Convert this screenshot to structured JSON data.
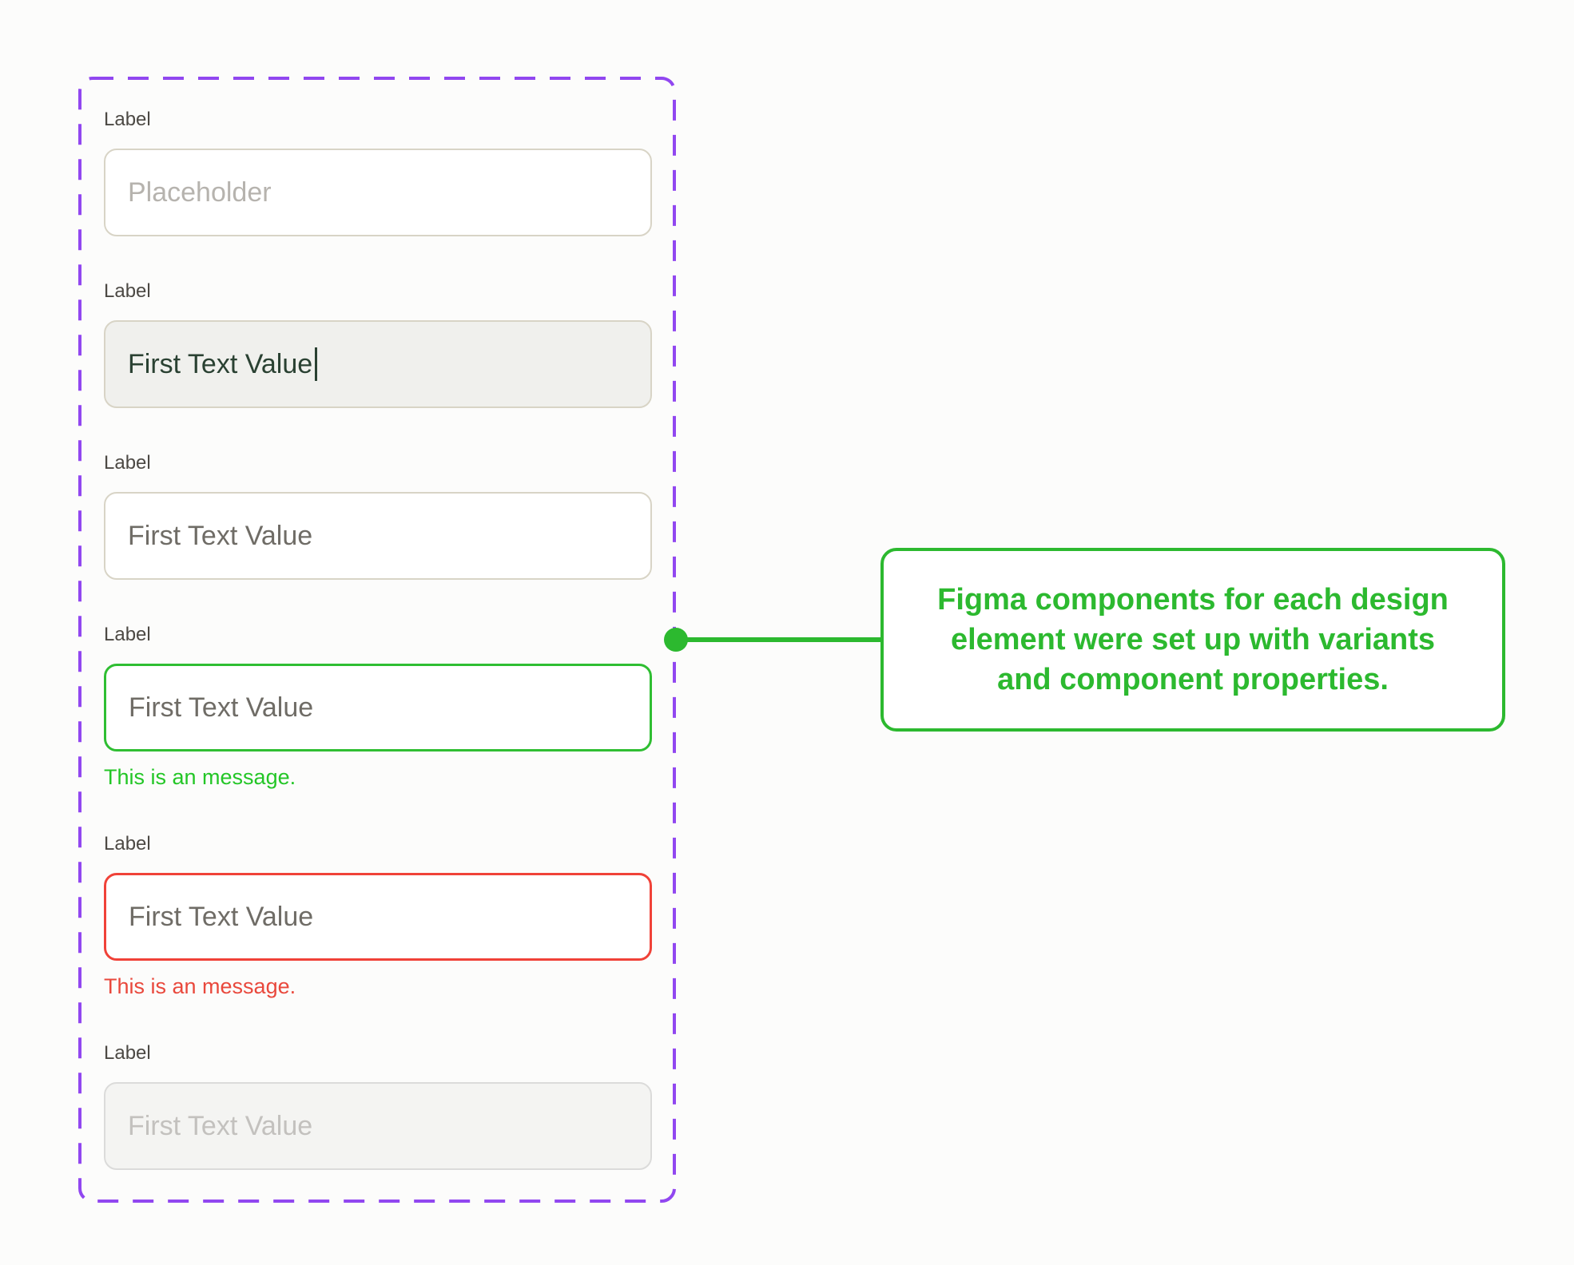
{
  "colors": {
    "background": "#FCFCFB",
    "frame_border_purple": "#9147F0",
    "label_gray": "#4C4944",
    "input_border_default": "#D8D4C6",
    "input_text_filled": "#6F6C66",
    "input_text_placeholder": "#B6B3AE",
    "input_text_focused": "#2A4132",
    "input_bg_focused": "#F0F0ED",
    "input_bg_disabled": "#F4F4F2",
    "input_border_disabled": "#DBDBDA",
    "input_text_disabled": "#C3C1BE",
    "success_green": "#2FBE32",
    "message_green": "#23C626",
    "error_red": "#F04238",
    "message_red": "#E9483C",
    "callout_green": "#2CB92F"
  },
  "fields": [
    {
      "state": "empty",
      "label": "Label",
      "placeholder": "Placeholder"
    },
    {
      "state": "focused",
      "label": "Label",
      "value": "First Text Value"
    },
    {
      "state": "filled",
      "label": "Label",
      "value": "First Text Value"
    },
    {
      "state": "success",
      "label": "Label",
      "value": "First Text Value",
      "message": "This is an message."
    },
    {
      "state": "error",
      "label": "Label",
      "value": "First Text Value",
      "message": "This is an message."
    },
    {
      "state": "disabled",
      "label": "Label",
      "value": "First Text Value"
    }
  ],
  "callout": {
    "text": "Figma components for each design\nelement were set up with variants\nand component properties."
  }
}
